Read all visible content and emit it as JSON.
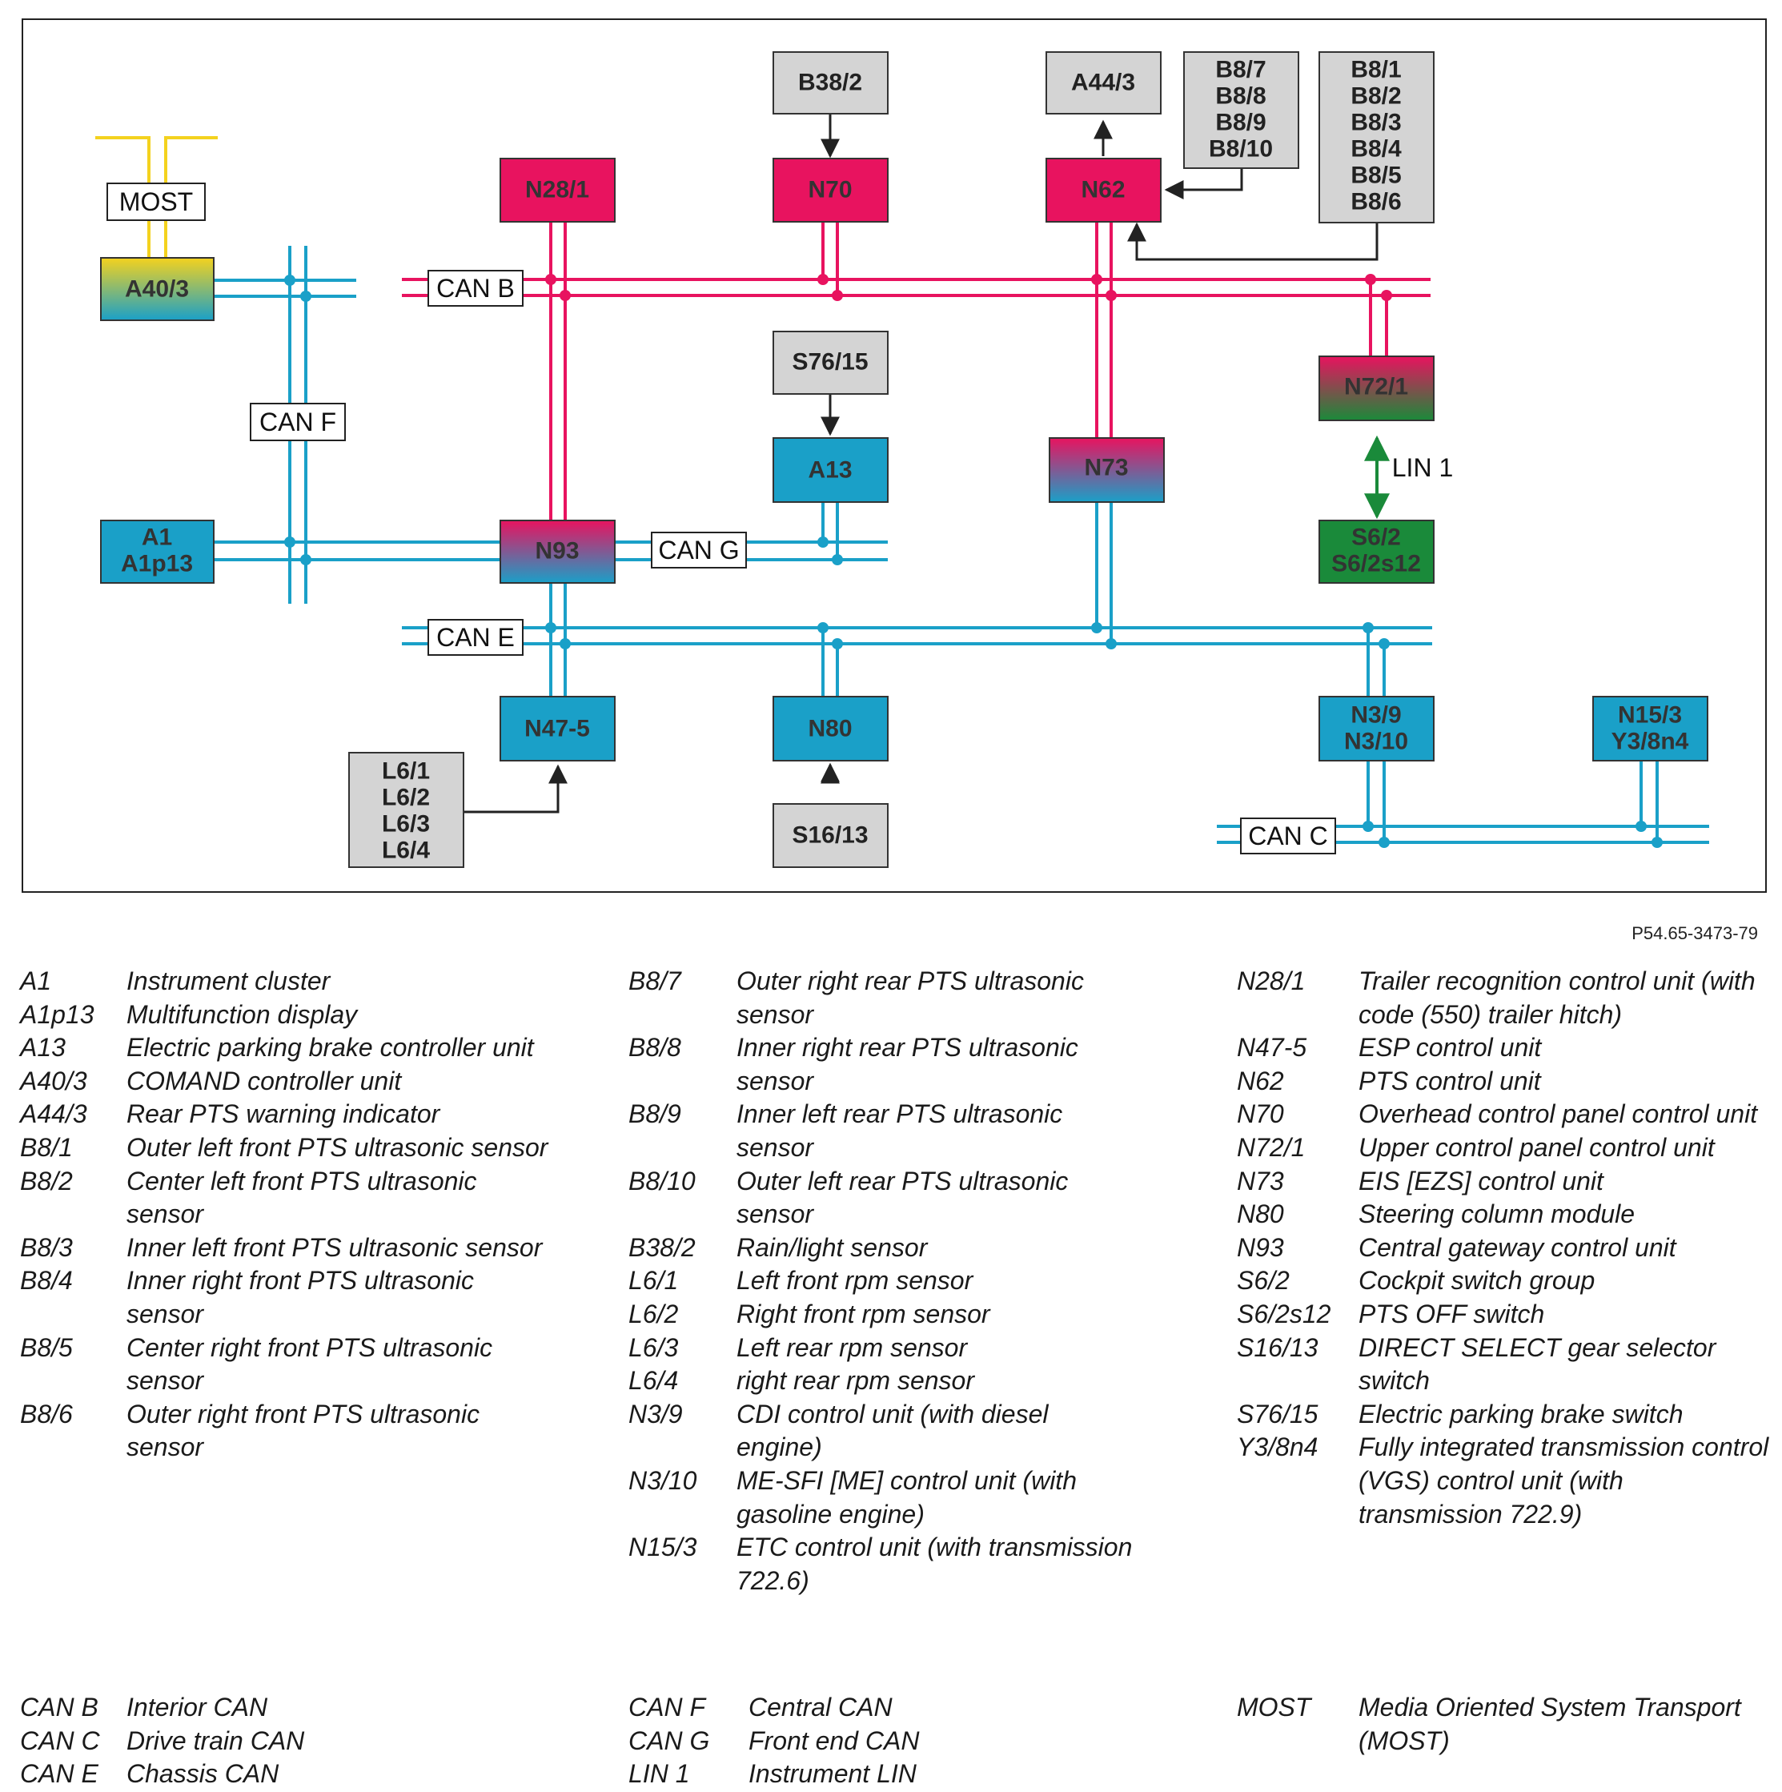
{
  "nodes": {
    "most": "MOST",
    "a40_3": "A40/3",
    "a1": [
      "A1",
      "A1p13"
    ],
    "n28_1": "N28/1",
    "n70": "N70",
    "n62": "N62",
    "b38_2": "B38/2",
    "a44_3": "A44/3",
    "b8_rear": [
      "B8/7",
      "B8/8",
      "B8/9",
      "B8/10"
    ],
    "b8_front": [
      "B8/1",
      "B8/2",
      "B8/3",
      "B8/4",
      "B8/5",
      "B8/6"
    ],
    "s76_15": "S76/15",
    "a13": "A13",
    "n73": "N73",
    "n72_1": "N72/1",
    "s6_2": [
      "S6/2",
      "S6/2s12"
    ],
    "n93": "N93",
    "n47_5": "N47-5",
    "n80": "N80",
    "s16_13": "S16/13",
    "l6": [
      "L6/1",
      "L6/2",
      "L6/3",
      "L6/4"
    ],
    "n3_9": [
      "N3/9",
      "N3/10"
    ],
    "n15_3": [
      "N15/3",
      "Y3/8n4"
    ]
  },
  "buses": {
    "can_b": "CAN B",
    "can_f": "CAN F",
    "can_g": "CAN G",
    "can_e": "CAN E",
    "can_c": "CAN C",
    "lin_1": "LIN 1"
  },
  "colors": {
    "can_b": "#e8135f",
    "cyan": "#1aa0c8",
    "lin": "#1a8a3a",
    "most": "#f0d820",
    "gray": "#d4d4d4"
  },
  "figure_id": "P54.65-3473-79",
  "legend_col1": [
    {
      "code": "A1",
      "desc": "Instrument cluster"
    },
    {
      "code": "A1p13",
      "desc": "Multifunction display"
    },
    {
      "code": "A13",
      "desc": "Electric parking brake controller unit"
    },
    {
      "code": "A40/3",
      "desc": "COMAND controller unit"
    },
    {
      "code": "A44/3",
      "desc": "Rear PTS warning indicator"
    },
    {
      "code": "B8/1",
      "desc": "Outer left front PTS ultrasonic sensor"
    },
    {
      "code": "B8/2",
      "desc": "Center left front PTS ultrasonic sensor"
    },
    {
      "code": "B8/3",
      "desc": "Inner left front PTS ultrasonic sensor"
    },
    {
      "code": "B8/4",
      "desc": "Inner right front PTS ultrasonic sensor"
    },
    {
      "code": "B8/5",
      "desc": "Center right front PTS ultrasonic sensor"
    },
    {
      "code": "B8/6",
      "desc": "Outer right front PTS ultrasonic sensor"
    }
  ],
  "legend_col2": [
    {
      "code": "B8/7",
      "desc": "Outer right rear PTS ultrasonic sensor"
    },
    {
      "code": "B8/8",
      "desc": "Inner right rear PTS ultrasonic sensor"
    },
    {
      "code": "B8/9",
      "desc": "Inner left rear PTS ultrasonic sensor"
    },
    {
      "code": "B8/10",
      "desc": "Outer left rear PTS ultrasonic sensor"
    },
    {
      "code": "B38/2",
      "desc": "Rain/light sensor"
    },
    {
      "code": "L6/1",
      "desc": "Left front rpm sensor"
    },
    {
      "code": "L6/2",
      "desc": "Right front rpm sensor"
    },
    {
      "code": "L6/3",
      "desc": "Left rear rpm sensor"
    },
    {
      "code": "L6/4",
      "desc": "right rear rpm sensor"
    },
    {
      "code": "N3/9",
      "desc": "CDI control unit (with diesel engine)"
    },
    {
      "code": "N3/10",
      "desc": "ME-SFI [ME] control unit (with gasoline engine)"
    },
    {
      "code": "N15/3",
      "desc": "ETC control unit (with transmission 722.6)"
    }
  ],
  "legend_col3": [
    {
      "code": "N28/1",
      "desc": "Trailer recognition control unit (with code (550) trailer hitch)"
    },
    {
      "code": "N47-5",
      "desc": "ESP control unit"
    },
    {
      "code": "N62",
      "desc": "PTS control unit"
    },
    {
      "code": "N70",
      "desc": "Overhead control panel control unit"
    },
    {
      "code": "N72/1",
      "desc": "Upper control panel control unit"
    },
    {
      "code": "N73",
      "desc": "EIS [EZS] control unit"
    },
    {
      "code": "N80",
      "desc": "Steering column module"
    },
    {
      "code": "N93",
      "desc": "Central gateway control unit"
    },
    {
      "code": "S6/2",
      "desc": "Cockpit switch group"
    },
    {
      "code": "S6/2s12",
      "desc": "PTS OFF switch"
    },
    {
      "code": "S16/13",
      "desc": "DIRECT SELECT gear selector switch"
    },
    {
      "code": "S76/15",
      "desc": "Electric parking brake switch"
    },
    {
      "code": "Y3/8n4",
      "desc": "Fully integrated transmission control (VGS) control unit (with transmission 722.9)"
    }
  ],
  "bus_legend_col1": [
    {
      "code": "CAN B",
      "desc": "Interior CAN"
    },
    {
      "code": "CAN C",
      "desc": "Drive train CAN"
    },
    {
      "code": "CAN E",
      "desc": "Chassis CAN"
    }
  ],
  "bus_legend_col2": [
    {
      "code": "CAN F",
      "desc": "Central CAN"
    },
    {
      "code": "CAN G",
      "desc": "Front end CAN"
    },
    {
      "code": "LIN 1",
      "desc": "Instrument LIN"
    }
  ],
  "bus_legend_col3": [
    {
      "code": "MOST",
      "desc": "Media Oriented System Transport (MOST)"
    }
  ]
}
